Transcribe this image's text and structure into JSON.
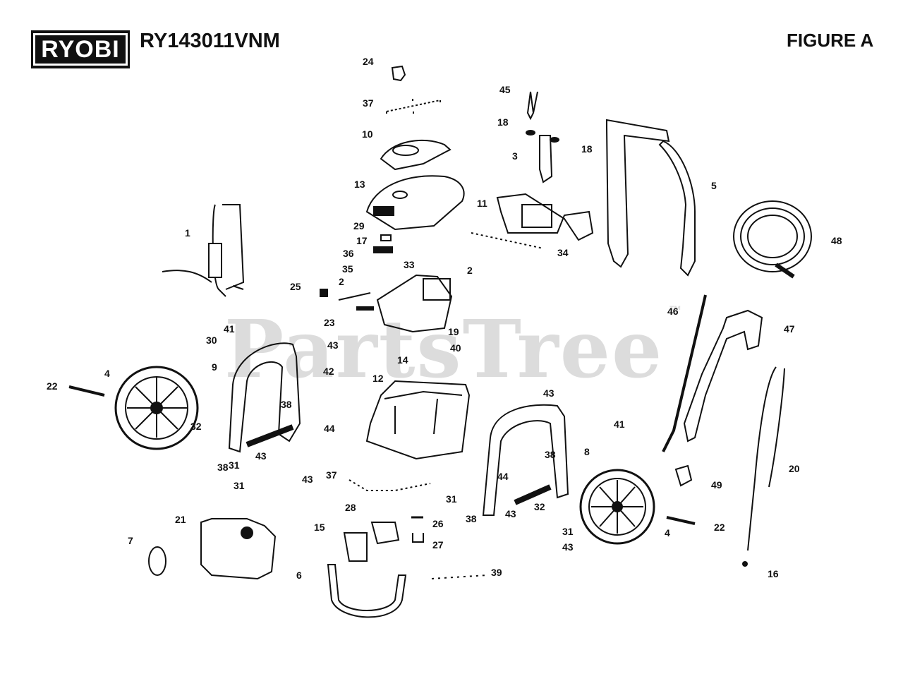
{
  "header": {
    "brand": "RYOBI",
    "model": "RY143011VNM",
    "figure": "FIGURE A"
  },
  "watermark": {
    "text": "PartsTree",
    "tm": "™"
  },
  "callouts": [
    "1",
    "2",
    "2",
    "3",
    "4",
    "4",
    "5",
    "6",
    "7",
    "8",
    "9",
    "10",
    "11",
    "12",
    "13",
    "14",
    "15",
    "16",
    "17",
    "18",
    "18",
    "19",
    "20",
    "21",
    "22",
    "22",
    "23",
    "24",
    "25",
    "26",
    "27",
    "28",
    "29",
    "30",
    "31",
    "31",
    "31",
    "31",
    "32",
    "32",
    "33",
    "34",
    "35",
    "36",
    "37",
    "37",
    "38",
    "38",
    "38",
    "38",
    "39",
    "40",
    "41",
    "41",
    "42",
    "43",
    "43",
    "43",
    "43",
    "43",
    "43",
    "44",
    "44",
    "45",
    "46",
    "47",
    "48",
    "49"
  ]
}
